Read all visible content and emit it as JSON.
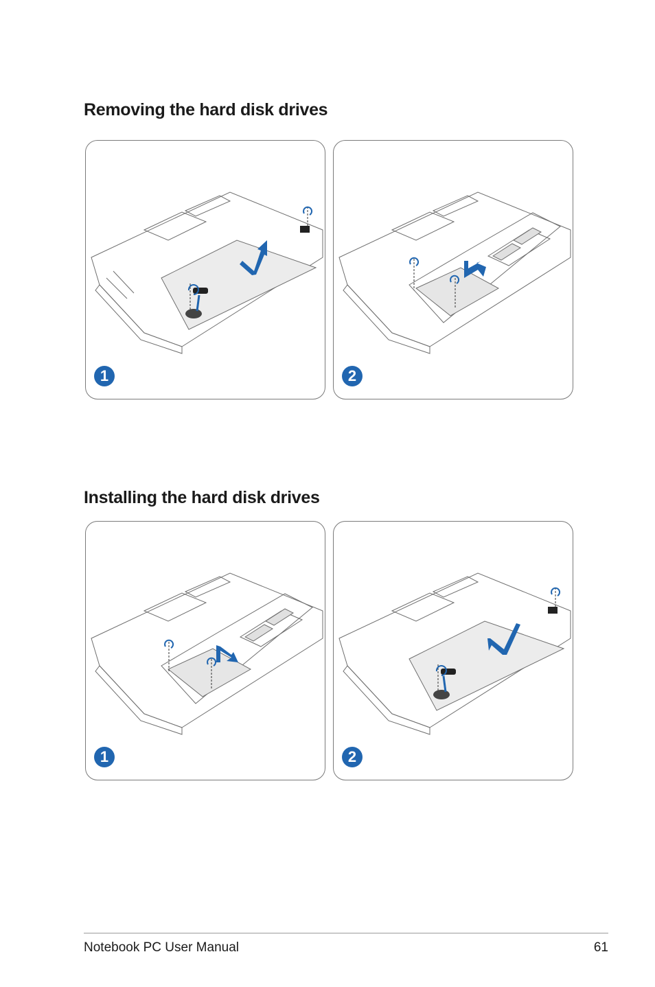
{
  "sections": [
    {
      "title": "Removing the hard disk drives",
      "steps": [
        "1",
        "2"
      ]
    },
    {
      "title": "Installing the hard disk drives",
      "steps": [
        "1",
        "2"
      ]
    }
  ],
  "footer": {
    "manual_title": "Notebook PC User Manual",
    "page_number": "61"
  },
  "colors": {
    "accent": "#2166b0",
    "line": "#6e6e6e"
  },
  "icons": {
    "step_marker": "numbered-circle-icon",
    "arrow": "direction-arrow-icon",
    "screw": "screw-icon"
  }
}
